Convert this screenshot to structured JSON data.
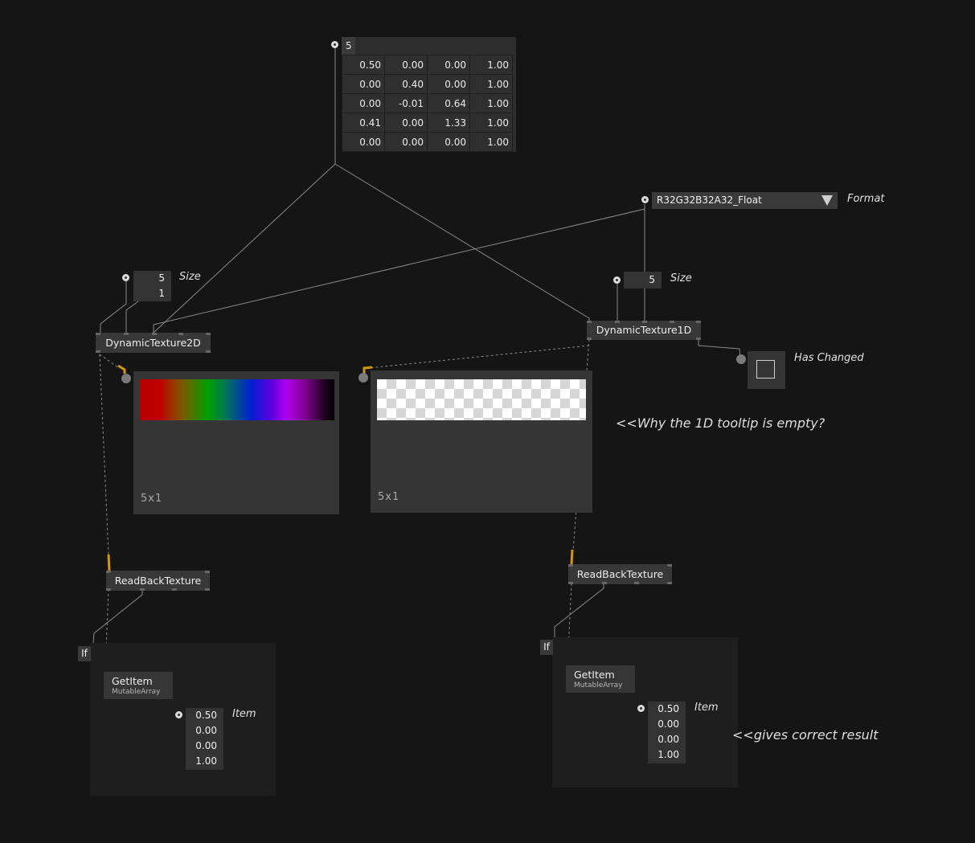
{
  "matrix_node": {
    "count": "5",
    "rows": [
      [
        "0.50",
        "0.00",
        "0.00",
        "1.00"
      ],
      [
        "0.00",
        "0.40",
        "0.00",
        "1.00"
      ],
      [
        "0.00",
        "-0.01",
        "0.64",
        "1.00"
      ],
      [
        "0.41",
        "0.00",
        "1.33",
        "1.00"
      ],
      [
        "0.00",
        "0.00",
        "0.00",
        "1.00"
      ]
    ]
  },
  "format_input": {
    "value": "R32G32B32A32_Float",
    "label": "Format"
  },
  "size_2d": {
    "x": "5",
    "y": "1",
    "label": "Size"
  },
  "size_1d": {
    "value": "5",
    "label": "Size"
  },
  "nodes": {
    "dynamic_texture_2d": "DynamicTexture2D",
    "dynamic_texture_1d": "DynamicTexture1D",
    "readback_left": "ReadBackTexture",
    "readback_right": "ReadBackTexture"
  },
  "has_changed": {
    "label": "Has Changed"
  },
  "tooltip_2d": {
    "dims": "5x1"
  },
  "tooltip_1d": {
    "dims": "5x1"
  },
  "if_left": {
    "label": "If"
  },
  "if_right": {
    "label": "If"
  },
  "getitem_left": {
    "title": "GetItem",
    "subtitle": "MutableArray"
  },
  "getitem_right": {
    "title": "GetItem",
    "subtitle": "MutableArray"
  },
  "item_left": {
    "values": [
      "0.50",
      "0.00",
      "0.00",
      "1.00"
    ],
    "label": "Item"
  },
  "item_right": {
    "values": [
      "0.50",
      "0.00",
      "0.00",
      "1.00"
    ],
    "label": "Item"
  },
  "comments": {
    "why_1d": "<<Why the 1D tooltip is empty?",
    "correct": "<<gives correct result"
  },
  "colors": {
    "background": "#151515",
    "node": "#383838",
    "link_accent": "#d4960f"
  }
}
